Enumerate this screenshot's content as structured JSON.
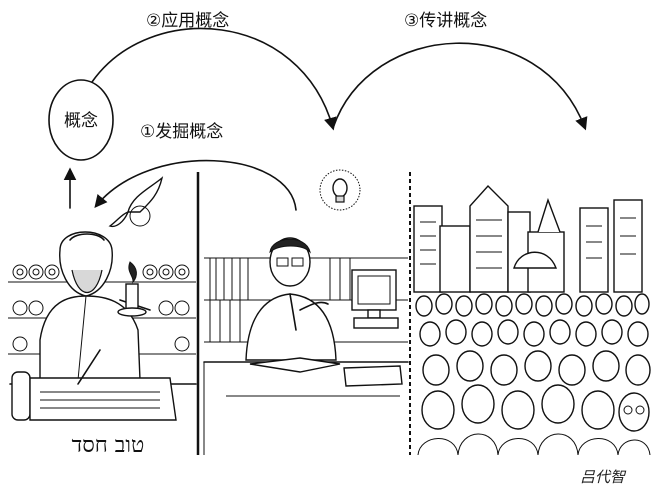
{
  "steps": {
    "discover": "①发掘概念",
    "apply": "②应用概念",
    "teach": "③传讲概念"
  },
  "concept_node": "概念",
  "hebrew_caption": "טוב חסד",
  "signature": "吕代智"
}
